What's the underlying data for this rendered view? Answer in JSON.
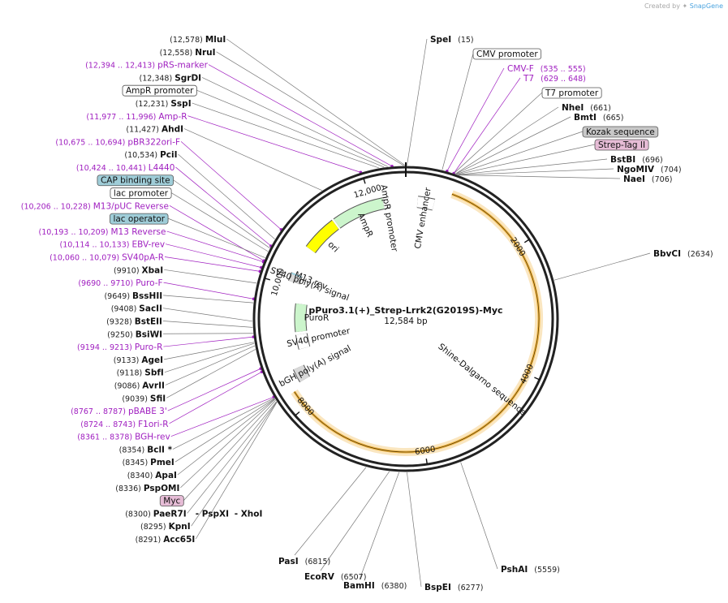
{
  "app": {
    "credit_prefix": "Created by",
    "credit_brand": "SnapGene"
  },
  "plasmid": {
    "name": "pPuro3.1(+)_Strep-Lrrk2(G2019S)-Myc",
    "length_label": "12,584 bp",
    "length": 12584
  },
  "ticks": [
    {
      "label": "2000",
      "bp": 2000
    },
    {
      "label": "4000",
      "bp": 4000
    },
    {
      "label": "6000",
      "bp": 6000
    },
    {
      "label": "8000",
      "bp": 8000
    },
    {
      "label": "10,000",
      "bp": 10000
    },
    {
      "label": "12,000",
      "bp": 12000
    }
  ],
  "labels_left": [
    {
      "kind": "enzyme",
      "pos": "(12,578)",
      "name": "MluI",
      "bp": 12578
    },
    {
      "kind": "enzyme",
      "pos": "(12,558)",
      "name": "NruI",
      "bp": 12558
    },
    {
      "kind": "primer",
      "pos": "(12,394 .. 12,413)",
      "name": "pRS-marker",
      "bp": 12404
    },
    {
      "kind": "enzyme",
      "pos": "(12,348)",
      "name": "SgrDI",
      "bp": 12348
    },
    {
      "kind": "boxwhite",
      "pos": "",
      "name": "AmpR promoter",
      "bp": 12300
    },
    {
      "kind": "enzyme",
      "pos": "(12,231)",
      "name": "SspI",
      "bp": 12231
    },
    {
      "kind": "primer",
      "pos": "(11,977 .. 11,996)",
      "name": "Amp-R",
      "bp": 11986
    },
    {
      "kind": "enzyme",
      "pos": "(11,427)",
      "name": "AhdI",
      "bp": 11427
    },
    {
      "kind": "primer",
      "pos": "(10,675 .. 10,694)",
      "name": "pBR322ori-F",
      "bp": 10684
    },
    {
      "kind": "enzyme",
      "pos": "(10,534)",
      "name": "PciI",
      "bp": 10534
    },
    {
      "kind": "primer",
      "pos": "(10,424 .. 10,441)",
      "name": "L4440",
      "bp": 10432
    },
    {
      "kind": "boxteal",
      "pos": "",
      "name": "CAP binding site",
      "bp": 10400
    },
    {
      "kind": "boxwhite",
      "pos": "",
      "name": "lac promoter",
      "bp": 10350
    },
    {
      "kind": "primer",
      "pos": "(10,206 .. 10,228)",
      "name": "M13/pUC Reverse",
      "bp": 10217
    },
    {
      "kind": "boxteal",
      "pos": "",
      "name": "lac operator",
      "bp": 10260
    },
    {
      "kind": "primer",
      "pos": "(10,193 .. 10,209)",
      "name": "M13 Reverse",
      "bp": 10201
    },
    {
      "kind": "primer",
      "pos": "(10,114 .. 10,133)",
      "name": "EBV-rev",
      "bp": 10123
    },
    {
      "kind": "primer",
      "pos": "(10,060 .. 10,079)",
      "name": "SV40pA-R",
      "bp": 10070
    },
    {
      "kind": "enzyme",
      "pos": "(9910)",
      "name": "XbaI",
      "bp": 9910
    },
    {
      "kind": "primer",
      "pos": "(9690 .. 9710)",
      "name": "Puro-F",
      "bp": 9700
    },
    {
      "kind": "enzyme",
      "pos": "(9649)",
      "name": "BssHII",
      "bp": 9649
    },
    {
      "kind": "enzyme",
      "pos": "(9408)",
      "name": "SacII",
      "bp": 9408
    },
    {
      "kind": "enzyme",
      "pos": "(9328)",
      "name": "BstEII",
      "bp": 9328
    },
    {
      "kind": "enzyme",
      "pos": "(9250)",
      "name": "BsiWI",
      "bp": 9250
    },
    {
      "kind": "primer",
      "pos": "(9194 .. 9213)",
      "name": "Puro-R",
      "bp": 9203
    },
    {
      "kind": "enzyme",
      "pos": "(9133)",
      "name": "AgeI",
      "bp": 9133
    },
    {
      "kind": "enzyme",
      "pos": "(9118)",
      "name": "SbfI",
      "bp": 9118
    },
    {
      "kind": "enzyme",
      "pos": "(9086)",
      "name": "AvrII",
      "bp": 9086
    },
    {
      "kind": "enzyme",
      "pos": "(9039)",
      "name": "SfiI",
      "bp": 9039
    },
    {
      "kind": "primer",
      "pos": "(8767 .. 8787)",
      "name": "pBABE 3'",
      "bp": 8777
    },
    {
      "kind": "primer",
      "pos": "(8724 .. 8743)",
      "name": "F1ori-R",
      "bp": 8733
    },
    {
      "kind": "primer",
      "pos": "(8361 .. 8378)",
      "name": "BGH-rev",
      "bp": 8369
    },
    {
      "kind": "enzyme",
      "pos": "(8354)",
      "name": "BclI *",
      "bp": 8354
    },
    {
      "kind": "enzyme",
      "pos": "(8345)",
      "name": "PmeI",
      "bp": 8345
    },
    {
      "kind": "enzyme",
      "pos": "(8340)",
      "name": "ApaI",
      "bp": 8340
    },
    {
      "kind": "enzyme",
      "pos": "(8336)",
      "name": "PspOMI",
      "bp": 8336
    },
    {
      "kind": "boxpink",
      "pos": "",
      "name": "Myc",
      "bp": 8320
    },
    {
      "kind": "enzyme",
      "pos": "(8300)",
      "name": "PaeR7I",
      "bp": 8300,
      "suffix": "- PspXI",
      "suffix2": "- XhoI"
    },
    {
      "kind": "enzyme",
      "pos": "(8295)",
      "name": "KpnI",
      "bp": 8295
    },
    {
      "kind": "enzyme",
      "pos": "(8291)",
      "name": "Acc65I",
      "bp": 8291
    }
  ],
  "labels_right": [
    {
      "kind": "enzyme",
      "pos": "(15)",
      "name": "SpeI",
      "bp": 15
    },
    {
      "kind": "boxwhite",
      "pos": "",
      "name": "CMV promoter",
      "bp": 480
    },
    {
      "kind": "primer",
      "pos": "(535 .. 555)",
      "name": "CMV-F",
      "bp": 545
    },
    {
      "kind": "primer",
      "pos": "(629 .. 648)",
      "name": "T7",
      "bp": 638
    },
    {
      "kind": "boxwhite",
      "pos": "",
      "name": "T7 promoter",
      "bp": 640
    },
    {
      "kind": "enzyme",
      "pos": "(661)",
      "name": "NheI",
      "bp": 661
    },
    {
      "kind": "enzyme",
      "pos": "(665)",
      "name": "BmtI",
      "bp": 665
    },
    {
      "kind": "boxgray",
      "pos": "",
      "name": "Kozak sequence",
      "bp": 675
    },
    {
      "kind": "boxpink",
      "pos": "",
      "name": "Strep-Tag II",
      "bp": 685
    },
    {
      "kind": "enzyme",
      "pos": "(696)",
      "name": "BstBI",
      "bp": 696
    },
    {
      "kind": "enzyme",
      "pos": "(704)",
      "name": "NgoMIV",
      "bp": 704
    },
    {
      "kind": "enzyme",
      "pos": "(706)",
      "name": "NaeI",
      "bp": 706
    },
    {
      "kind": "enzyme",
      "pos": "(2634)",
      "name": "BbvCI",
      "bp": 2634
    },
    {
      "kind": "enzyme",
      "pos": "(5559)",
      "name": "PshAI",
      "bp": 5559
    },
    {
      "kind": "enzyme",
      "pos": "(6277)",
      "name": "BspEI",
      "bp": 6277
    }
  ],
  "labels_bottom": [
    {
      "kind": "enzyme",
      "pos": "(6815)",
      "name": "PasI",
      "bp": 6815
    },
    {
      "kind": "enzyme",
      "pos": "(6507)",
      "name": "EcoRV",
      "bp": 6507
    },
    {
      "kind": "enzyme",
      "pos": "(6380)",
      "name": "BamHI",
      "bp": 6380
    }
  ],
  "features": [
    {
      "name": "CMV enhancer",
      "start": 200,
      "end": 480,
      "color": "#ffffff"
    },
    {
      "name": "AmpR",
      "start": 11330,
      "end": 12200,
      "color": "#ccf5cc"
    },
    {
      "name": "AmpR promoter",
      "start": 12200,
      "end": 12300,
      "color": "#ffffff"
    },
    {
      "name": "ori",
      "start": 10700,
      "end": 11300,
      "color": "#ffff00"
    },
    {
      "name": "SV40 poly(A) signal",
      "start": 10070,
      "end": 10190,
      "color": "#d8d8d8"
    },
    {
      "name": "M13 rev",
      "start": 10190,
      "end": 10215,
      "color": "#a0d8e8"
    },
    {
      "name": "PuroR",
      "start": 9200,
      "end": 9720,
      "color": "#ccf5cc"
    },
    {
      "name": "SV40 promoter",
      "start": 8880,
      "end": 9150,
      "color": "#ffffff"
    },
    {
      "name": "bGH poly(A) signal",
      "start": 8360,
      "end": 8590,
      "color": "#d8d8d8"
    },
    {
      "name": "Shine-Dalgarno sequence",
      "start": 710,
      "end": 8280,
      "color": "#f5c060"
    }
  ],
  "colors": {
    "primer": "#a020c0",
    "enzyme": "#111111",
    "teal": "#9fcdd8",
    "gray": "#c8c8c8",
    "pink": "#e6bcd6",
    "orf": "#f0b84a",
    "arrow_green": "#2f7a10"
  }
}
